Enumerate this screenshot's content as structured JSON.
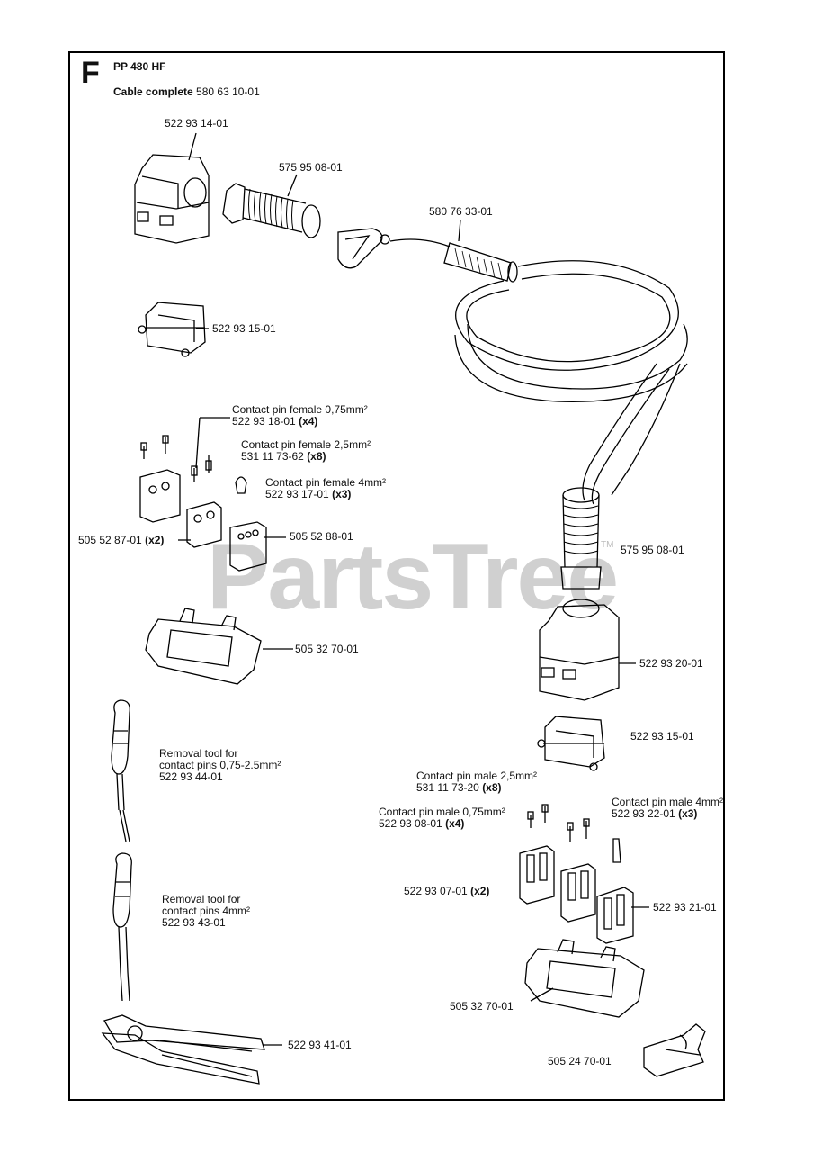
{
  "section_letter": "F",
  "model": "PP 480 HF",
  "cable_complete": {
    "label": "Cable complete",
    "part": "580 63 10-01"
  },
  "watermark": "PartsTree",
  "watermark_tm": "TM",
  "labels": {
    "hood_top": "522 93 14-01",
    "spring_top": "575 95 08-01",
    "carabiner": "580 76 33-01",
    "insert_top": "522 93 15-01",
    "pin_female_075_name": "Contact pin female 0,75mm²",
    "pin_female_075_part": "522 93 18-01",
    "pin_female_075_qty": "(x4)",
    "pin_female_25_name": "Contact pin female 2,5mm²",
    "pin_female_25_part": "531 11 73-62",
    "pin_female_25_qty": "(x8)",
    "pin_female_4_name": "Contact pin female 4mm²",
    "pin_female_4_part": "522 93 17-01",
    "pin_female_4_qty": "(x3)",
    "module_female_a_part": "505 52 87-01",
    "module_female_a_qty": "(x2)",
    "module_female_b": "505 52 88-01",
    "frame_female": "505 32 70-01",
    "spring_bottom": "575 95 08-01",
    "hood_bottom": "522 93 20-01",
    "insert_bottom": "522 93 15-01",
    "tool1_line1": "Removal tool for",
    "tool1_line2": "contact pins 0,75-2.5mm²",
    "tool1_part": "522 93 44-01",
    "tool2_line1": "Removal tool for",
    "tool2_line2": "contact pins 4mm²",
    "tool2_part": "522 93 43-01",
    "pliers": "522 93 41-01",
    "pin_male_25_name": "Contact pin male 2,5mm²",
    "pin_male_25_part": "531 11 73-20",
    "pin_male_25_qty": "(x8)",
    "pin_male_075_name": "Contact pin male 0,75mm²",
    "pin_male_075_part": "522 93 08-01",
    "pin_male_075_qty": "(x4)",
    "pin_male_4_name": "Contact pin male 4mm²",
    "pin_male_4_part": "522 93 22-01",
    "pin_male_4_qty": "(x3)",
    "module_male_a_part": "522 93 07-01",
    "module_male_a_qty": "(x2)",
    "module_male_b": "522 93 21-01",
    "frame_male": "505 32 70-01",
    "clip": "505 24 70-01"
  }
}
